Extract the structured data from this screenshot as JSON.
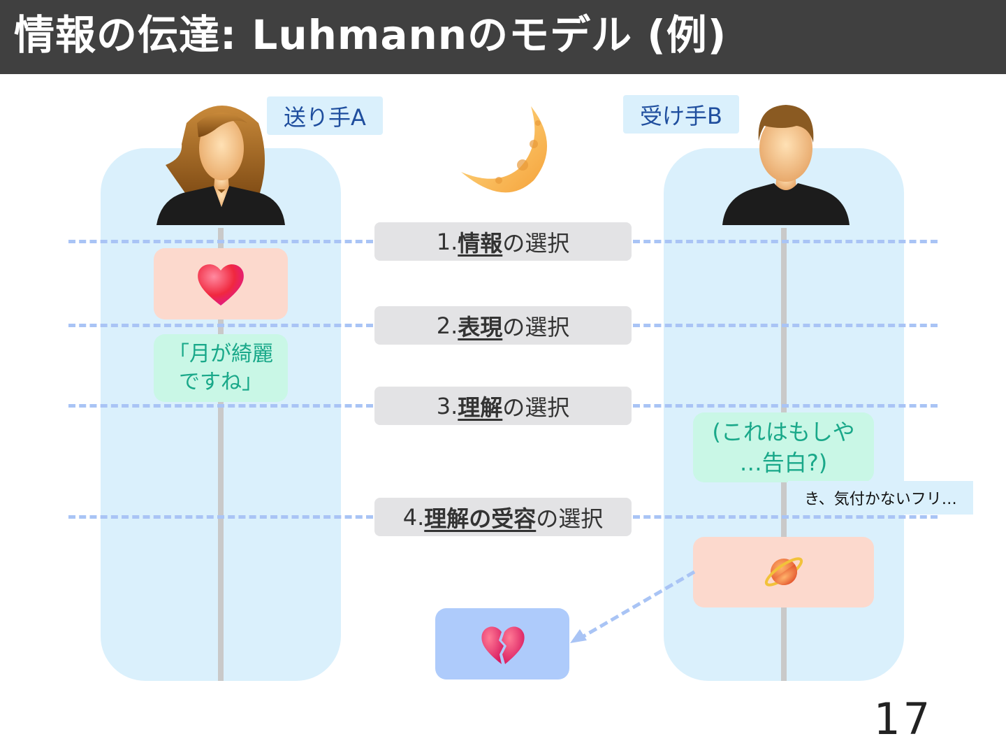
{
  "title": "情報の伝達: Luhmannのモデル (例)",
  "sender_label": "送り手A",
  "receiver_label": "受け手B",
  "steps": [
    {
      "num": "1. ",
      "em": "情報",
      "rest": "の選択"
    },
    {
      "num": "2. ",
      "em": "表現",
      "rest": "の選択"
    },
    {
      "num": "3. ",
      "em": "理解",
      "rest": "の選択"
    },
    {
      "num": "4. ",
      "em": "理解の受容",
      "rest": "の選択"
    }
  ],
  "sender_utterance": [
    "「月が綺麗",
    "ですね」"
  ],
  "receiver_thought": [
    "(これはもしや",
    "…告白?)"
  ],
  "receiver_note": "き、気付かないフリ…",
  "icons": {
    "moon": "crescent-moon-icon",
    "heart": "heart-icon",
    "planet": "ringed-planet-icon",
    "broken_heart": "broken-heart-icon"
  },
  "page_number": "17"
}
